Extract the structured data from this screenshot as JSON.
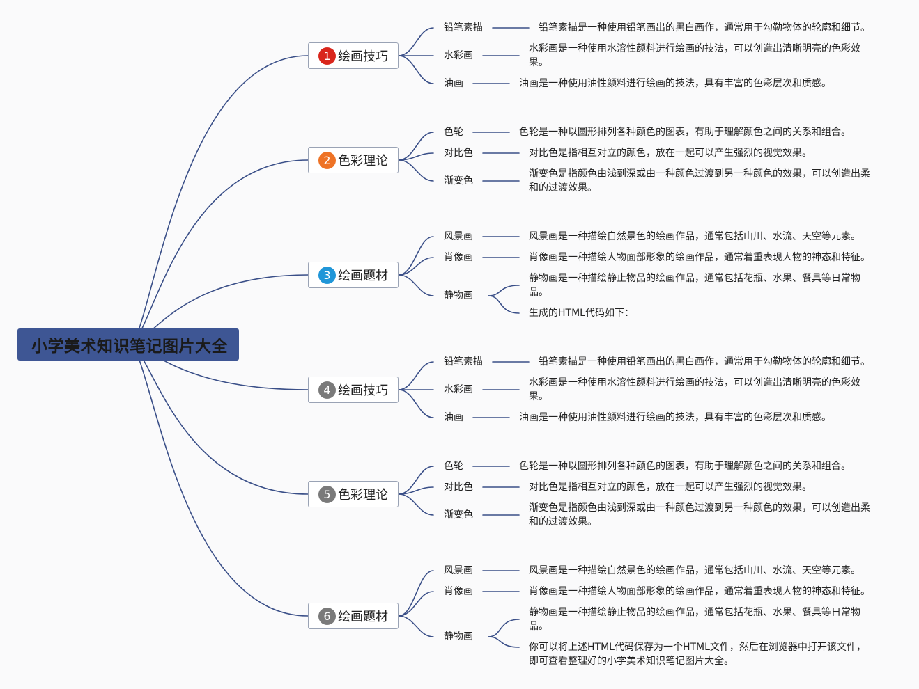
{
  "root": {
    "title": "小学美术知识笔记图片大全"
  },
  "branches": [
    {
      "number": "1",
      "title": "绘画技巧",
      "badge_color": "#d9261c",
      "items": [
        {
          "label": "铅笔素描",
          "descriptions": [
            "铅笔素描是一种使用铅笔画出的黑白画作，通常用于勾勒物体的轮廓和细节。"
          ]
        },
        {
          "label": "水彩画",
          "descriptions": [
            "水彩画是一种使用水溶性颜料进行绘画的技法，可以创造出清晰明亮的色彩效果。"
          ]
        },
        {
          "label": "油画",
          "descriptions": [
            "油画是一种使用油性颜料进行绘画的技法，具有丰富的色彩层次和质感。"
          ]
        }
      ]
    },
    {
      "number": "2",
      "title": "色彩理论",
      "badge_color": "#ee7326",
      "items": [
        {
          "label": "色轮",
          "descriptions": [
            "色轮是一种以圆形排列各种颜色的图表，有助于理解颜色之间的关系和组合。"
          ]
        },
        {
          "label": "对比色",
          "descriptions": [
            "对比色是指相互对立的颜色，放在一起可以产生强烈的视觉效果。"
          ]
        },
        {
          "label": "渐变色",
          "descriptions": [
            "渐变色是指颜色由浅到深或由一种颜色过渡到另一种颜色的效果，可以创造出柔和的过渡效果。"
          ]
        }
      ]
    },
    {
      "number": "3",
      "title": "绘画题材",
      "badge_color": "#2096d8",
      "items": [
        {
          "label": "风景画",
          "descriptions": [
            "风景画是一种描绘自然景色的绘画作品，通常包括山川、水流、天空等元素。"
          ]
        },
        {
          "label": "肖像画",
          "descriptions": [
            "肖像画是一种描绘人物面部形象的绘画作品，通常着重表现人物的神态和特征。"
          ]
        },
        {
          "label": "静物画",
          "descriptions": [
            "静物画是一种描绘静止物品的绘画作品，通常包括花瓶、水果、餐具等日常物品。",
            "生成的HTML代码如下："
          ]
        }
      ]
    },
    {
      "number": "4",
      "title": "绘画技巧",
      "badge_color": "#7a7a7a",
      "items": [
        {
          "label": "铅笔素描",
          "descriptions": [
            "铅笔素描是一种使用铅笔画出的黑白画作，通常用于勾勒物体的轮廓和细节。"
          ]
        },
        {
          "label": "水彩画",
          "descriptions": [
            "水彩画是一种使用水溶性颜料进行绘画的技法，可以创造出清晰明亮的色彩效果。"
          ]
        },
        {
          "label": "油画",
          "descriptions": [
            "油画是一种使用油性颜料进行绘画的技法，具有丰富的色彩层次和质感。"
          ]
        }
      ]
    },
    {
      "number": "5",
      "title": "色彩理论",
      "badge_color": "#7a7a7a",
      "items": [
        {
          "label": "色轮",
          "descriptions": [
            "色轮是一种以圆形排列各种颜色的图表，有助于理解颜色之间的关系和组合。"
          ]
        },
        {
          "label": "对比色",
          "descriptions": [
            "对比色是指相互对立的颜色，放在一起可以产生强烈的视觉效果。"
          ]
        },
        {
          "label": "渐变色",
          "descriptions": [
            "渐变色是指颜色由浅到深或由一种颜色过渡到另一种颜色的效果，可以创造出柔和的过渡效果。"
          ]
        }
      ]
    },
    {
      "number": "6",
      "title": "绘画题材",
      "badge_color": "#7a7a7a",
      "items": [
        {
          "label": "风景画",
          "descriptions": [
            "风景画是一种描绘自然景色的绘画作品，通常包括山川、水流、天空等元素。"
          ]
        },
        {
          "label": "肖像画",
          "descriptions": [
            "肖像画是一种描绘人物面部形象的绘画作品，通常着重表现人物的神态和特征。"
          ]
        },
        {
          "label": "静物画",
          "descriptions": [
            "静物画是一种描绘静止物品的绘画作品，通常包括花瓶、水果、餐具等日常物品。",
            "你可以将上述HTML代码保存为一个HTML文件，然后在浏览器中打开该文件，即可查看整理好的小学美术知识笔记图片大全。"
          ]
        }
      ]
    }
  ]
}
